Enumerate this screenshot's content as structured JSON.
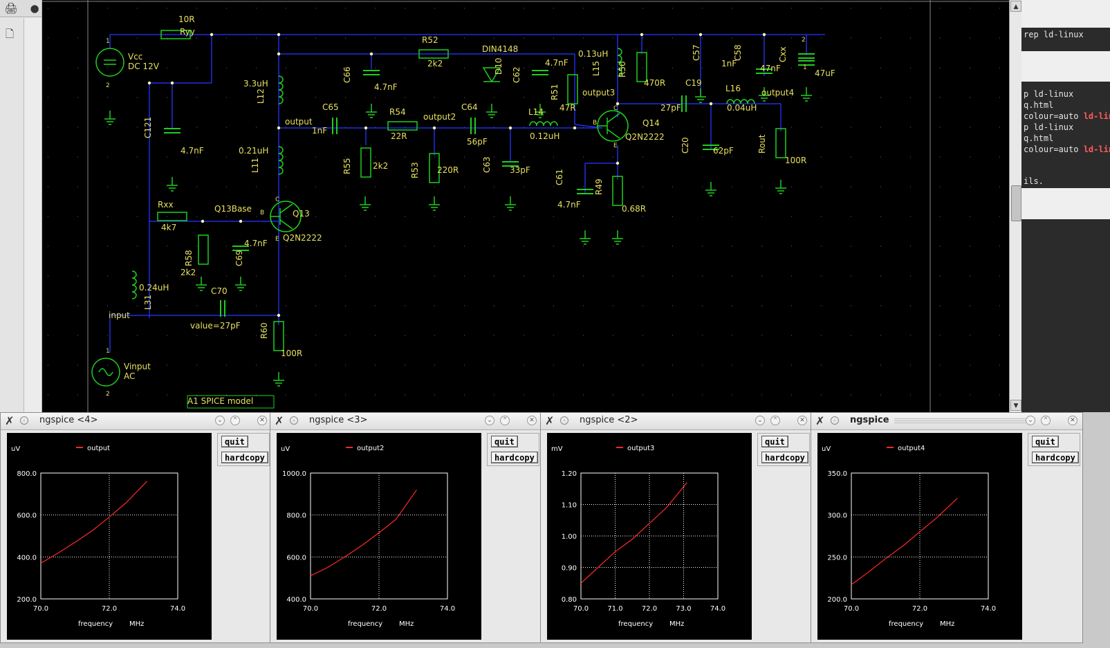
{
  "terminal": {
    "lines": [
      {
        "text": "rep ld-linux",
        "hl": ""
      },
      {
        "text": "p ld-linux",
        "hl": ""
      },
      {
        "text": "q.html",
        "hl": ""
      },
      {
        "text": "colour=auto ",
        "hl": "ld-lin"
      },
      {
        "text": "p ld-linux",
        "hl": ""
      },
      {
        "text": "q.html",
        "hl": ""
      },
      {
        "text": "colour=auto ",
        "hl": "ld-lin"
      },
      {
        "text": "ils.",
        "hl": ""
      }
    ]
  },
  "schematic": {
    "labels": [
      {
        "text": "10R"
      },
      {
        "text": "Ryy"
      },
      {
        "text": "Vcc"
      },
      {
        "text": "DC 12V"
      },
      {
        "text": "R52"
      },
      {
        "text": "2k2"
      },
      {
        "text": "DIN4148"
      },
      {
        "text": "C66"
      },
      {
        "text": "4.7nF"
      },
      {
        "text": "3.3uH"
      },
      {
        "text": "L12"
      },
      {
        "text": "C121"
      },
      {
        "text": "4.7nF"
      },
      {
        "text": "output"
      },
      {
        "text": "C65"
      },
      {
        "text": "1nF"
      },
      {
        "text": "R54"
      },
      {
        "text": "22R"
      },
      {
        "text": "output2"
      },
      {
        "text": "C64"
      },
      {
        "text": "56pF"
      },
      {
        "text": "D10"
      },
      {
        "text": "C62"
      },
      {
        "text": "4.7nF"
      },
      {
        "text": "R51"
      },
      {
        "text": "47R"
      },
      {
        "text": "0.13uH"
      },
      {
        "text": "L15"
      },
      {
        "text": "R50"
      },
      {
        "text": "470R"
      },
      {
        "text": "output3"
      },
      {
        "text": "L14"
      },
      {
        "text": "0.12uH"
      },
      {
        "text": "Q14"
      },
      {
        "text": "Q2N2222"
      },
      {
        "text": "C57"
      },
      {
        "text": "1nF"
      },
      {
        "text": "C58"
      },
      {
        "text": "47nF"
      },
      {
        "text": "Cxx"
      },
      {
        "text": "47uF"
      },
      {
        "text": "C19"
      },
      {
        "text": "27pF"
      },
      {
        "text": "L16"
      },
      {
        "text": "0.04uH"
      },
      {
        "text": "output4"
      },
      {
        "text": "C20"
      },
      {
        "text": "62pF"
      },
      {
        "text": "Rout"
      },
      {
        "text": "100R"
      },
      {
        "text": "0.21uH"
      },
      {
        "text": "L11"
      },
      {
        "text": "R55"
      },
      {
        "text": "2k2"
      },
      {
        "text": "R53"
      },
      {
        "text": "220R"
      },
      {
        "text": "C63"
      },
      {
        "text": "33pF"
      },
      {
        "text": "C61"
      },
      {
        "text": "4.7nF"
      },
      {
        "text": "R49"
      },
      {
        "text": "0.68R"
      },
      {
        "text": "Rxx"
      },
      {
        "text": "4k7"
      },
      {
        "text": "Q13Base"
      },
      {
        "text": "Q13"
      },
      {
        "text": "Q2N2222"
      },
      {
        "text": "R58"
      },
      {
        "text": "2k2"
      },
      {
        "text": "C69"
      },
      {
        "text": "4.7nF"
      },
      {
        "text": "0.24uH"
      },
      {
        "text": "L31"
      },
      {
        "text": "C70"
      },
      {
        "text": "value=27pF"
      },
      {
        "text": "input"
      },
      {
        "text": "R60"
      },
      {
        "text": "100R"
      },
      {
        "text": "Vinput"
      },
      {
        "text": "AC"
      },
      {
        "text": "A1 SPICE model"
      },
      {
        "text": "1"
      },
      {
        "text": "2"
      },
      {
        "text": "1"
      },
      {
        "text": "2"
      },
      {
        "text": "2"
      },
      {
        "text": "1"
      },
      {
        "text": "B"
      },
      {
        "text": "C"
      },
      {
        "text": "E"
      },
      {
        "text": "B"
      },
      {
        "text": "C"
      },
      {
        "text": "E"
      }
    ]
  },
  "plots": [
    {
      "title": "ngspice <4>",
      "quit": "quit",
      "hardcopy": "hardcopy",
      "active": false,
      "chart_data": {
        "type": "line",
        "unit": "uV",
        "xlabel": "frequency",
        "xunit": "MHz",
        "xlim": [
          70,
          74
        ],
        "ylim": [
          200,
          800
        ],
        "xticks": [
          "70.0",
          "72.0",
          "74.0"
        ],
        "yticks": [
          "800.0",
          "600.0",
          "400.0",
          "200.0"
        ],
        "series": [
          {
            "name": "output",
            "color": "#ff2a2a",
            "x": [
              70.0,
              70.5,
              71.0,
              71.5,
              72.0,
              72.5,
              73.1
            ],
            "y": [
              370,
              418,
              470,
              525,
              590,
              660,
              760
            ]
          }
        ]
      }
    },
    {
      "title": "ngspice <3>",
      "quit": "quit",
      "hardcopy": "hardcopy",
      "active": false,
      "chart_data": {
        "type": "line",
        "unit": "uV",
        "xlabel": "frequency",
        "xunit": "MHz",
        "xlim": [
          70,
          74
        ],
        "ylim": [
          400,
          1000
        ],
        "xticks": [
          "70.0",
          "72.0",
          "74.0"
        ],
        "yticks": [
          "1000.0",
          "800.0",
          "600.0",
          "400.0"
        ],
        "series": [
          {
            "name": "output2",
            "color": "#ff2a2a",
            "x": [
              70.0,
              70.5,
              71.0,
              71.5,
              72.0,
              72.5,
              73.1
            ],
            "y": [
              510,
              550,
              600,
              655,
              715,
              780,
              920
            ]
          }
        ]
      }
    },
    {
      "title": "ngspice <2>",
      "quit": "quit",
      "hardcopy": "hardcopy",
      "active": false,
      "chart_data": {
        "type": "line",
        "unit": "mV",
        "xlabel": "frequency",
        "xunit": "MHz",
        "xlim": [
          70,
          74
        ],
        "ylim": [
          0.8,
          1.2
        ],
        "xticks": [
          "70.0",
          "71.0",
          "72.0",
          "73.0",
          "74.0"
        ],
        "yticks": [
          "1.20",
          "1.10",
          "1.00",
          "0.90",
          "0.80"
        ],
        "series": [
          {
            "name": "output3",
            "color": "#ff2a2a",
            "x": [
              70.0,
              70.5,
              71.0,
              71.5,
              72.0,
              72.5,
              73.1
            ],
            "y": [
              0.85,
              0.9,
              0.95,
              0.99,
              1.04,
              1.09,
              1.17
            ]
          }
        ]
      }
    },
    {
      "title": "ngspice",
      "quit": "quit",
      "hardcopy": "hardcopy",
      "active": true,
      "chart_data": {
        "type": "line",
        "unit": "uV",
        "xlabel": "frequency",
        "xunit": "MHz",
        "xlim": [
          70,
          74
        ],
        "ylim": [
          200,
          350
        ],
        "xticks": [
          "70.0",
          "72.0",
          "74.0"
        ],
        "yticks": [
          "350.0",
          "300.0",
          "250.0",
          "200.0"
        ],
        "series": [
          {
            "name": "output4",
            "color": "#ff2a2a",
            "x": [
              70.0,
              70.5,
              71.0,
              71.5,
              72.0,
              72.5,
              73.1
            ],
            "y": [
              217,
              232,
              248,
              263,
              280,
              297,
              320
            ]
          }
        ]
      }
    }
  ]
}
